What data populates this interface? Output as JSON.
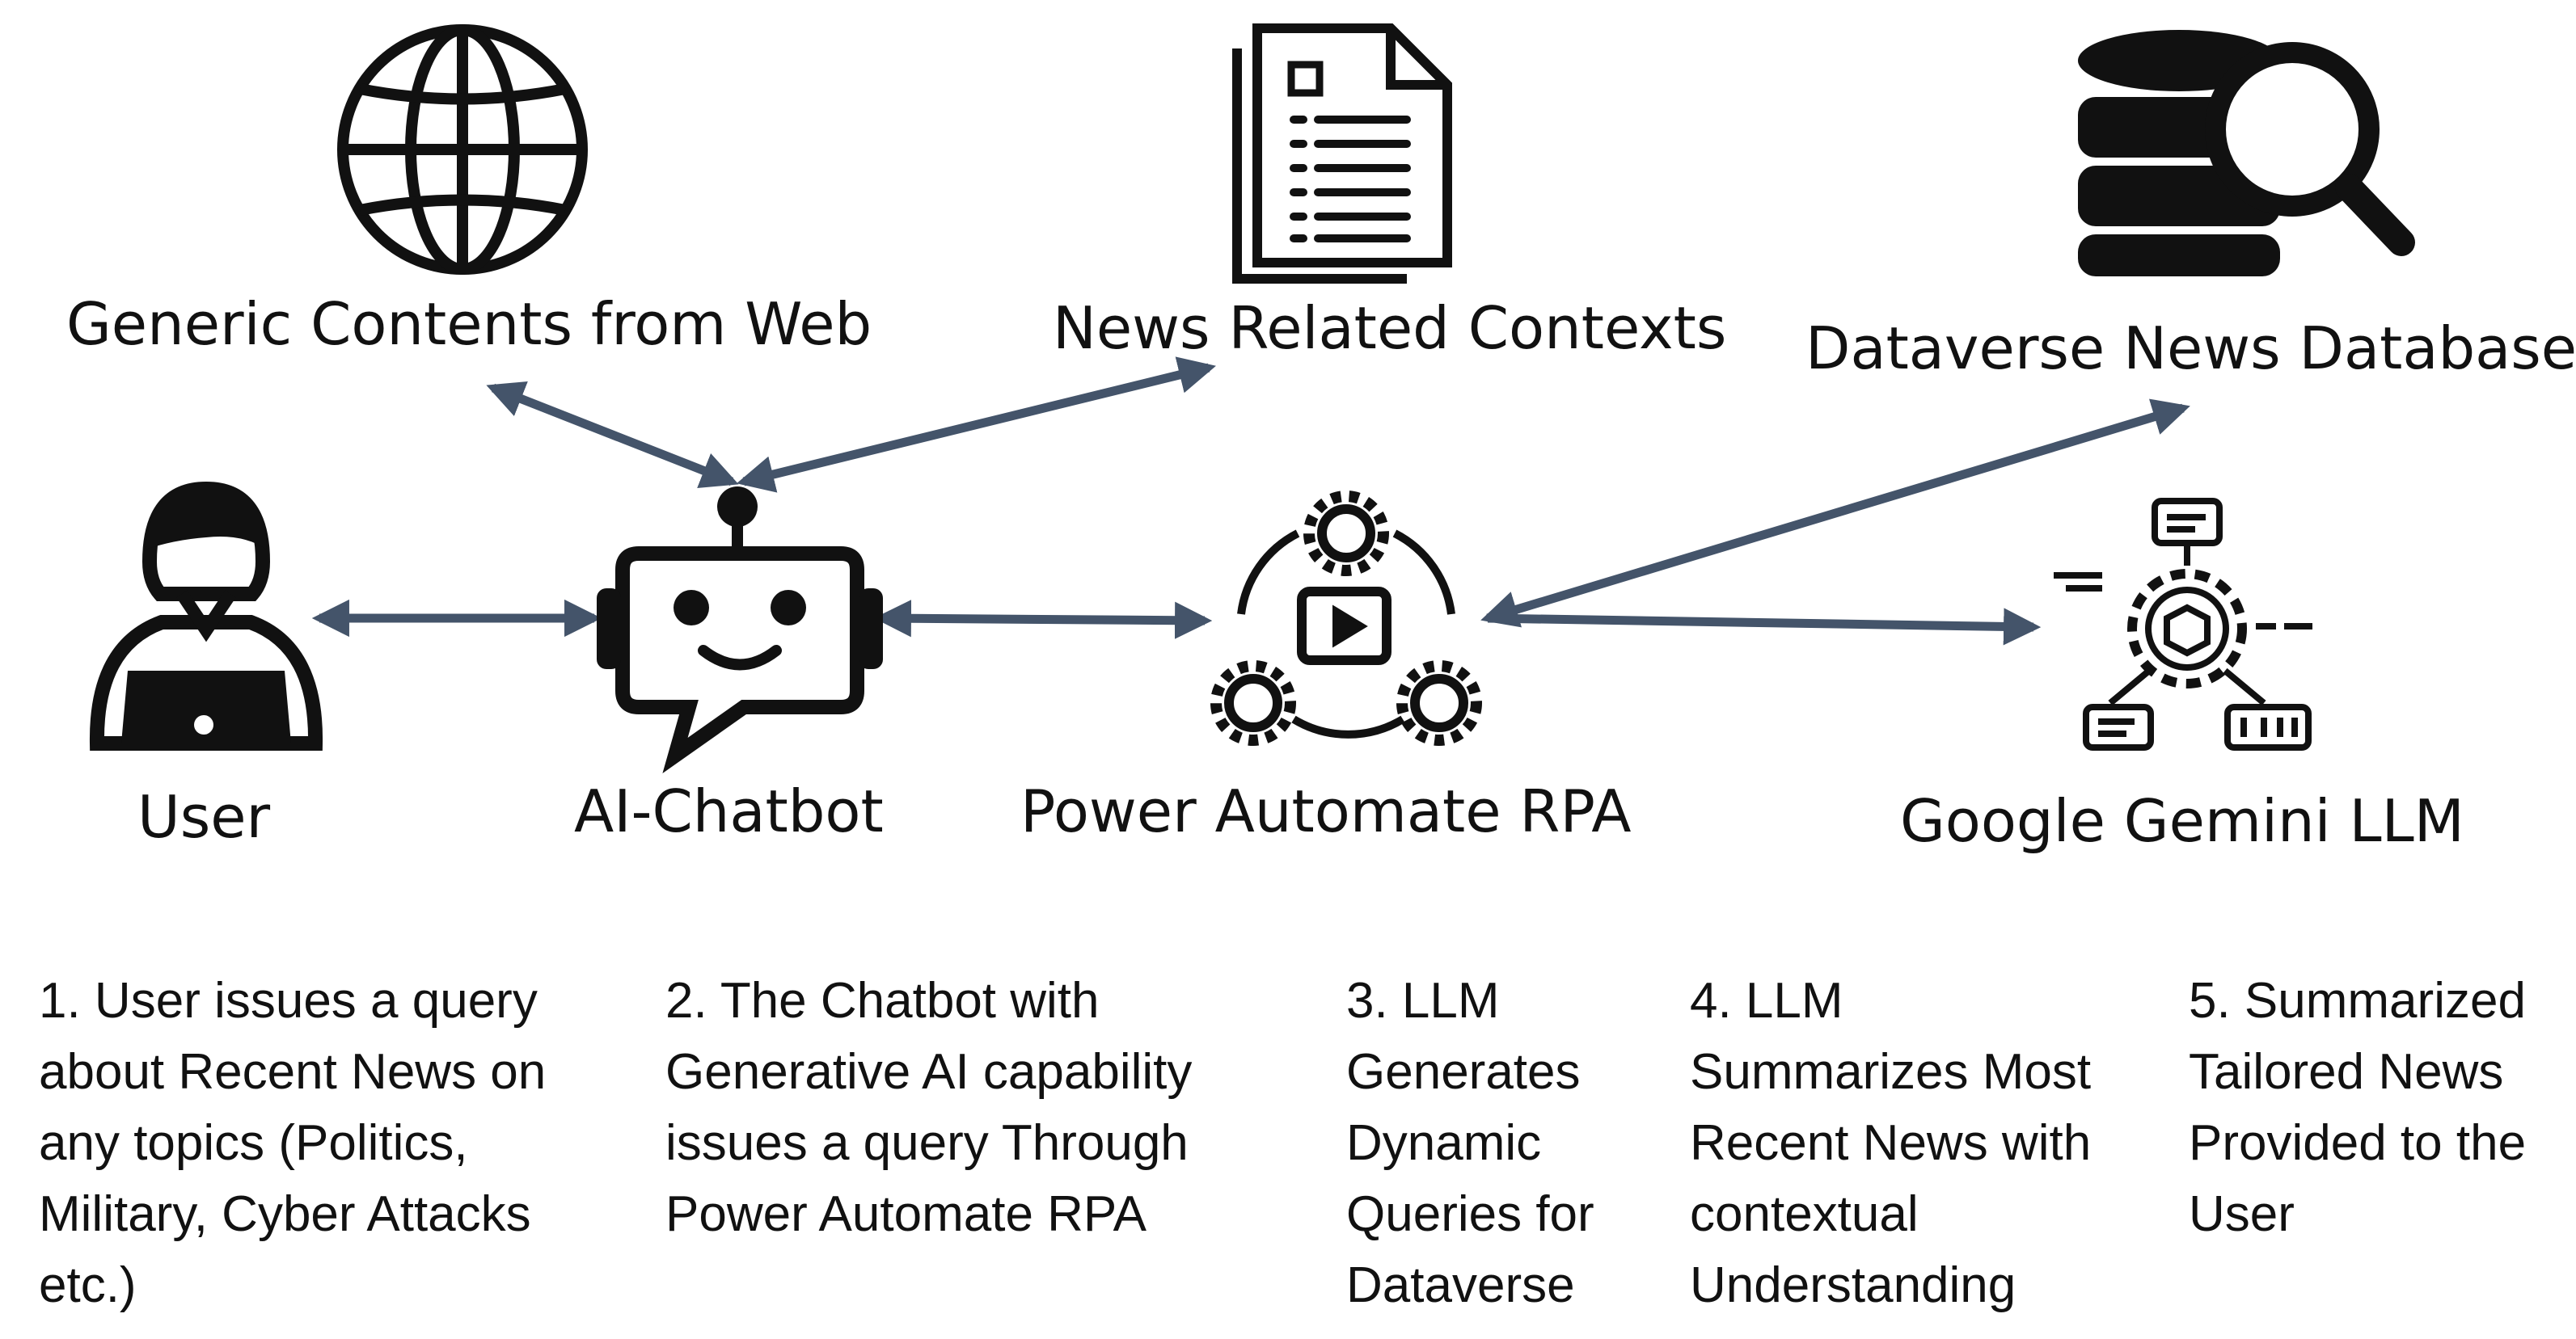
{
  "nodes": {
    "web": {
      "label": "Generic Contents from Web",
      "icon": "globe-icon"
    },
    "news_contexts": {
      "label": "News Related Contexts",
      "icon": "documents-icon"
    },
    "database": {
      "label": "Dataverse News Database",
      "icon": "database-search-icon"
    },
    "user": {
      "label": "User",
      "icon": "user-laptop-icon"
    },
    "chatbot": {
      "label": "AI-Chatbot",
      "icon": "robot-chat-icon"
    },
    "rpa": {
      "label": "Power Automate RPA",
      "icon": "automation-cycle-icon"
    },
    "llm": {
      "label": "Google Gemini LLM",
      "icon": "ai-model-network-icon"
    }
  },
  "steps": [
    "1. User issues a query\nabout Recent News on\nany topics (Politics,\nMilitary, Cyber Attacks\netc.)",
    "2. The Chatbot with\nGenerative AI  capability\nissues a query Through\nPower Automate RPA",
    "3. LLM\nGenerates\nDynamic\nQueries for\nDataverse",
    "4. LLM\nSummarizes Most\nRecent News with\ncontextual\nUnderstanding",
    "5. Summarized\nTailored News\nProvided to the\nUser"
  ],
  "colors": {
    "arrow": "#44546a",
    "icon": "#111111",
    "text": "#111111"
  }
}
